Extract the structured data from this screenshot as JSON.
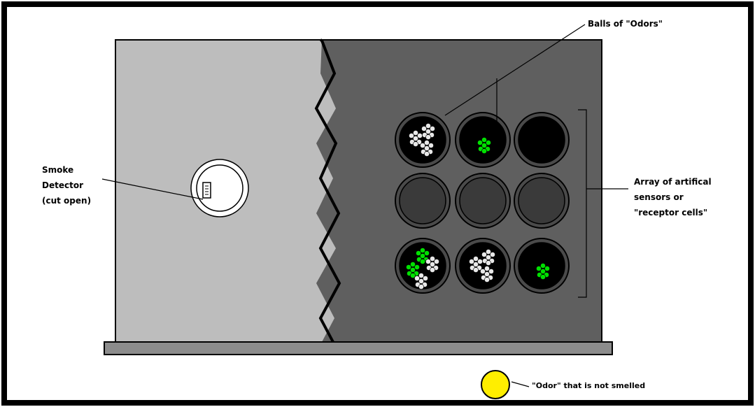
{
  "labels": {
    "smoke_detector": [
      "Smoke",
      "Detector",
      "(cut open)"
    ],
    "balls_of_odors": "Balls of \"Odors\"",
    "array": [
      "Array of artifical",
      "sensors or",
      "\"receptor cells\""
    ],
    "not_smelled": "\"Odor\" that is not smelled"
  },
  "sensors": [
    {
      "row": 1,
      "col": 1,
      "odor_colors": [
        "white",
        "white",
        "white"
      ]
    },
    {
      "row": 1,
      "col": 2,
      "odor_colors": [
        "green"
      ]
    },
    {
      "row": 1,
      "col": 3,
      "odor_colors": []
    },
    {
      "row": 2,
      "col": 1,
      "odor_colors": []
    },
    {
      "row": 2,
      "col": 2,
      "odor_colors": []
    },
    {
      "row": 2,
      "col": 3,
      "odor_colors": []
    },
    {
      "row": 3,
      "col": 1,
      "odor_colors": [
        "green",
        "green",
        "white",
        "white"
      ]
    },
    {
      "row": 3,
      "col": 2,
      "odor_colors": [
        "white",
        "white",
        "white"
      ]
    },
    {
      "row": 3,
      "col": 3,
      "odor_colors": [
        "green"
      ]
    }
  ],
  "colors": {
    "light_panel": "#bdbdbd",
    "dark_panel": "#5f5f5f",
    "base_bar": "#8c8c8c",
    "sensor_empty": "#3a3a3a",
    "sensor_full": "#000000",
    "odor_green": "#00e000",
    "odor_white": "#e8e8e8",
    "odor_yellow": "#ffee00"
  }
}
